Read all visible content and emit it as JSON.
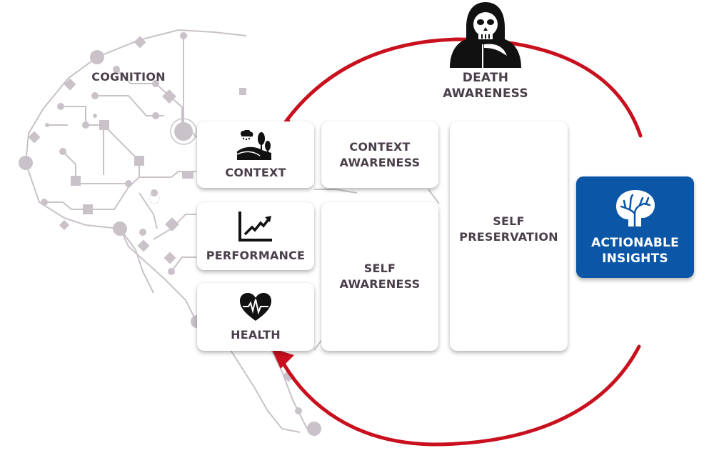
{
  "diagram": {
    "cognition_label": "COGNITION",
    "death_awareness": {
      "line1": "DEATH",
      "line2": "AWARENESS",
      "icon": "grim-reaper-icon"
    },
    "inputs": [
      {
        "label": "CONTEXT",
        "icon": "landscape-icon"
      },
      {
        "label": "PERFORMANCE",
        "icon": "growth-chart-icon"
      },
      {
        "label": "HEALTH",
        "icon": "heartbeat-icon"
      }
    ],
    "awareness": {
      "context": {
        "line1": "CONTEXT",
        "line2": "AWARENESS"
      },
      "self": {
        "line1": "SELF",
        "line2": "AWARENESS"
      }
    },
    "self_preservation": {
      "line1": "SELF",
      "line2": "PRESERVATION"
    },
    "actionable_insights": {
      "line1": "ACTIONABLE",
      "line2": "INSIGHTS",
      "icon": "brain-icon"
    },
    "colors": {
      "arrow": "#c8101e",
      "brand_blue": "#0b56a6",
      "text": "#4a3f4a",
      "circuit": "#c9c2c9"
    }
  }
}
